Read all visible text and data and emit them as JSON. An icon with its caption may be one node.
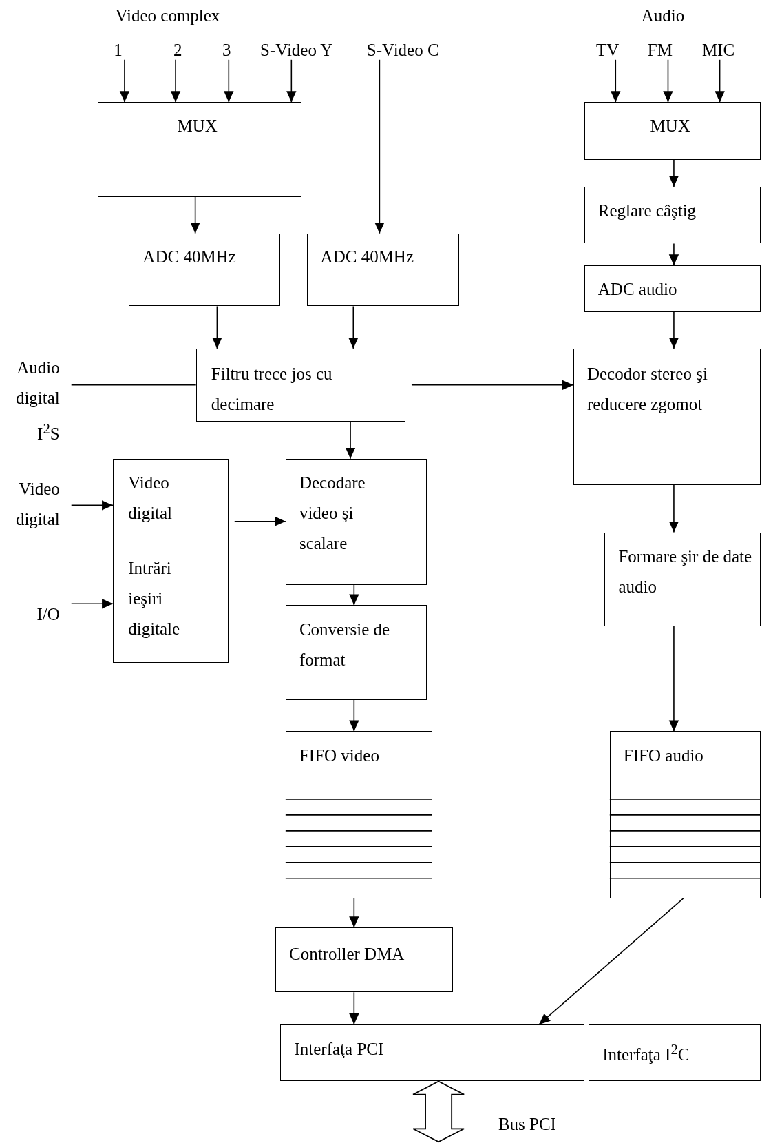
{
  "diagram": {
    "nodes": [
      {
        "text": [
          "1"
        ]
      },
      {
        "text": [
          "2"
        ]
      },
      {
        "text": [
          "3"
        ]
      },
      {
        "text": [
          "S-Video Y"
        ]
      },
      {
        "text": [
          "S-Video C"
        ]
      },
      {
        "text": [
          "TV"
        ]
      },
      {
        "text": [
          "FM"
        ]
      },
      {
        "text": [
          "MIC"
        ]
      },
      {
        "text": [
          "MUX"
        ]
      },
      {
        "text": [
          "MUX"
        ]
      },
      {
        "text": [
          "ADC 40MHz"
        ]
      },
      {
        "text": [
          "ADC 40MHz"
        ]
      },
      {
        "text": [
          "Reglare câştig"
        ]
      },
      {
        "text": [
          "ADC audio"
        ]
      },
      {
        "text": [
          "Audio digital I$^{2}$S"
        ]
      },
      {
        "text": [
          "Filtru trece jos cu decimare"
        ]
      },
      {
        "text": [
          "Decodor stereo şi reducere zgomot"
        ]
      },
      {
        "text": [
          "Video digital"
        ]
      },
      {
        "text": [
          "I/O"
        ]
      },
      {
        "text": [
          "Video digital",
          "Intrări ieşiri digitale"
        ]
      },
      {
        "text": [
          "Decodare video şi scalare"
        ]
      },
      {
        "text": [
          "Conversie de format"
        ]
      },
      {
        "text": [
          "Formare şir de date audio"
        ]
      },
      {
        "text": [
          "FIFO video"
        ]
      },
      {
        "text": [
          "FIFO audio"
        ]
      },
      {
        "text": [
          "Controller DMA"
        ]
      },
      {
        "text": [
          "Interfaţa PCI"
        ]
      },
      {
        "text": [
          "Interfaţa I$^{2}$C"
        ]
      }
    ],
    "edges": [
      {
        "from": 0,
        "to": 8,
        "arrow": "to"
      },
      {
        "from": 1,
        "to": 8,
        "arrow": "to"
      },
      {
        "from": 2,
        "to": 8,
        "arrow": "to"
      },
      {
        "from": 3,
        "to": 8,
        "arrow": "to"
      },
      {
        "from": 4,
        "to": 11,
        "arrow": "to"
      },
      {
        "from": 5,
        "to": 9,
        "arrow": "to"
      },
      {
        "from": 6,
        "to": 9,
        "arrow": "to"
      },
      {
        "from": 7,
        "to": 9,
        "arrow": "to"
      },
      {
        "from": 8,
        "to": 10,
        "arrow": "to"
      },
      {
        "from": 9,
        "to": 12,
        "arrow": "to"
      },
      {
        "from": 12,
        "to": 13,
        "arrow": "to"
      },
      {
        "from": 13,
        "to": 16,
        "arrow": "to"
      },
      {
        "from": 10,
        "to": 15,
        "arrow": "to"
      },
      {
        "from": 11,
        "to": 15,
        "arrow": "to"
      },
      {
        "from": 14,
        "to": 15,
        "arrow": "none"
      },
      {
        "from": 15,
        "to": 16,
        "arrow": "to"
      },
      {
        "from": 15,
        "to": 20,
        "arrow": "to"
      },
      {
        "from": 17,
        "to": 19,
        "arrow": "to"
      },
      {
        "from": 18,
        "to": 19,
        "arrow": "to"
      },
      {
        "from": 19,
        "to": 20,
        "arrow": "to"
      },
      {
        "from": 20,
        "to": 21,
        "arrow": "to"
      },
      {
        "from": 21,
        "to": 23,
        "arrow": "to"
      },
      {
        "from": 16,
        "to": 22,
        "arrow": "to"
      },
      {
        "from": 22,
        "to": 24,
        "arrow": "to"
      },
      {
        "from": 23,
        "to": 25,
        "arrow": "to"
      },
      {
        "from": 25,
        "to": 26,
        "arrow": "to"
      },
      {
        "from": 24,
        "to": 26,
        "arrow": "to"
      },
      {
        "from": 26,
        "to": null,
        "arrow": "both",
        "style": "thick",
        "label": "Bus PCI"
      }
    ],
    "labels": [
      "Video complex",
      "Audio"
    ]
  }
}
